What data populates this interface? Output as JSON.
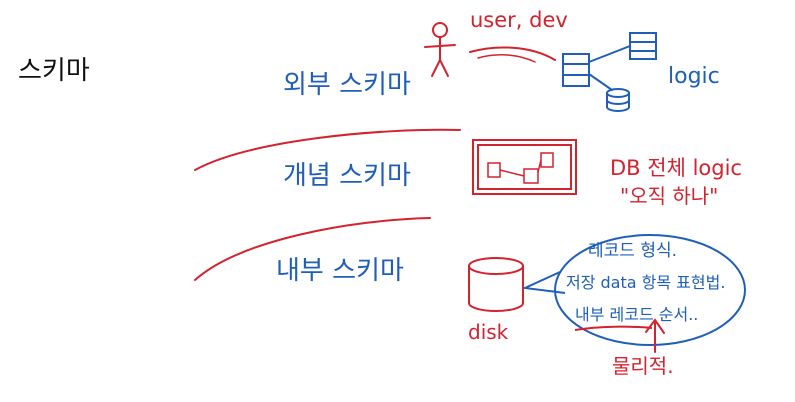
{
  "title": "스키마",
  "levels": [
    {
      "label": "외부 스키마"
    },
    {
      "label": "개념 스키마"
    },
    {
      "label": "내부 스키마"
    }
  ],
  "external": {
    "user_label": "user, dev",
    "logic_label": "logic"
  },
  "conceptual": {
    "note_line1": "DB 전체 logic",
    "note_line2": "\"오직 하나\""
  },
  "internal": {
    "disk_label": "disk",
    "bubble_lines": [
      "레코드 형식.",
      "저장 data 항목 표현법.",
      "내부 레코드 순서.."
    ],
    "physical_label": "물리적."
  },
  "colors": {
    "ink": "#111111",
    "blue": "#1f5fb8",
    "red": "#d3232f"
  }
}
